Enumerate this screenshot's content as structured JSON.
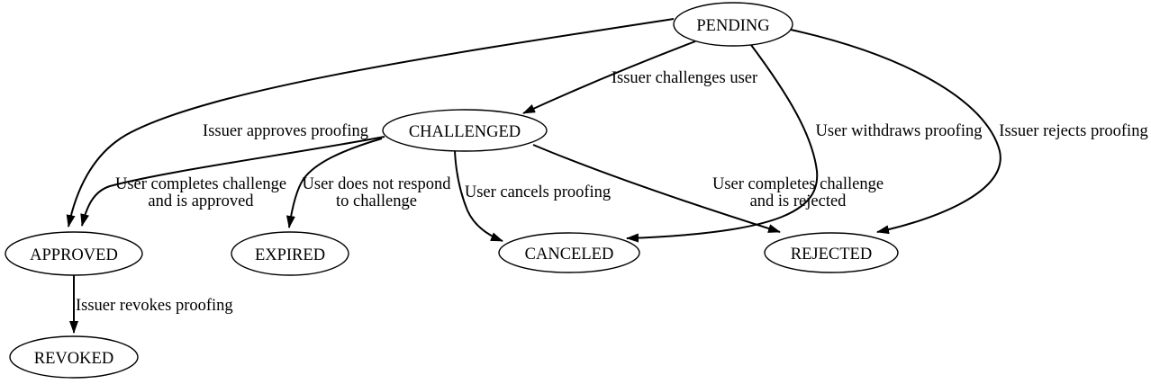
{
  "diagram": {
    "kind": "state-machine-graph",
    "colors": {
      "background": "#ffffff",
      "node_fill": "#ffffff",
      "stroke": "#000000",
      "text": "#000000"
    },
    "nodes": [
      {
        "id": "pending",
        "label": "PENDING"
      },
      {
        "id": "challenged",
        "label": "CHALLENGED"
      },
      {
        "id": "approved",
        "label": "APPROVED"
      },
      {
        "id": "expired",
        "label": "EXPIRED"
      },
      {
        "id": "canceled",
        "label": "CANCELED"
      },
      {
        "id": "rejected",
        "label": "REJECTED"
      },
      {
        "id": "revoked",
        "label": "REVOKED"
      }
    ],
    "edges": [
      {
        "from": "PENDING",
        "to": "CHALLENGED",
        "label": "Issuer challenges user"
      },
      {
        "from": "PENDING",
        "to": "APPROVED",
        "label": "Issuer approves proofing"
      },
      {
        "from": "PENDING",
        "to": "CANCELED",
        "label": "User withdraws proofing"
      },
      {
        "from": "PENDING",
        "to": "REJECTED",
        "label": "Issuer rejects proofing"
      },
      {
        "from": "CHALLENGED",
        "to": "APPROVED",
        "label": "User completes challenge and is approved",
        "lines": [
          "User completes challenge",
          "and is approved"
        ]
      },
      {
        "from": "CHALLENGED",
        "to": "EXPIRED",
        "label": "User does not respond to challenge",
        "lines": [
          "User does not respond",
          "to challenge"
        ]
      },
      {
        "from": "CHALLENGED",
        "to": "CANCELED",
        "label": "User cancels proofing"
      },
      {
        "from": "CHALLENGED",
        "to": "REJECTED",
        "label": "User completes challenge and is rejected",
        "lines": [
          "User completes challenge",
          "and is rejected"
        ]
      },
      {
        "from": "APPROVED",
        "to": "REVOKED",
        "label": "Issuer revokes proofing"
      }
    ]
  }
}
